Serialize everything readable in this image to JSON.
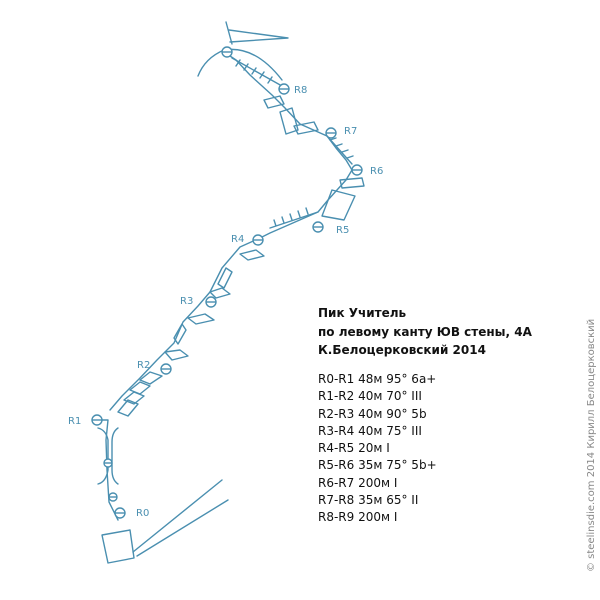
{
  "topo": {
    "title_lines": [
      "Пик Учитель",
      "по левому канту ЮВ стены, 4А",
      "К.Белоцерковский 2014"
    ],
    "pitches": [
      "R0-R1 48м 95° 6a+",
      "R1-R2 40м 70° III",
      "R2-R3 40м 90° 5b",
      "R3-R4 40м 75° III",
      "R4-R5 20м I",
      "R5-R6 35м 75° 5b+",
      "R6-R7 200м I",
      "R7-R8 35м 65° II",
      "R8-R9 200м I"
    ],
    "belays": [
      "R0",
      "R1",
      "R2",
      "R3",
      "R4",
      "R5",
      "R6",
      "R7",
      "R8"
    ],
    "copyright": "© steelinsdie.com 2014   Кирилл Белоцерковский",
    "colors": {
      "line": "#4a8fb0",
      "text": "#111111"
    }
  }
}
